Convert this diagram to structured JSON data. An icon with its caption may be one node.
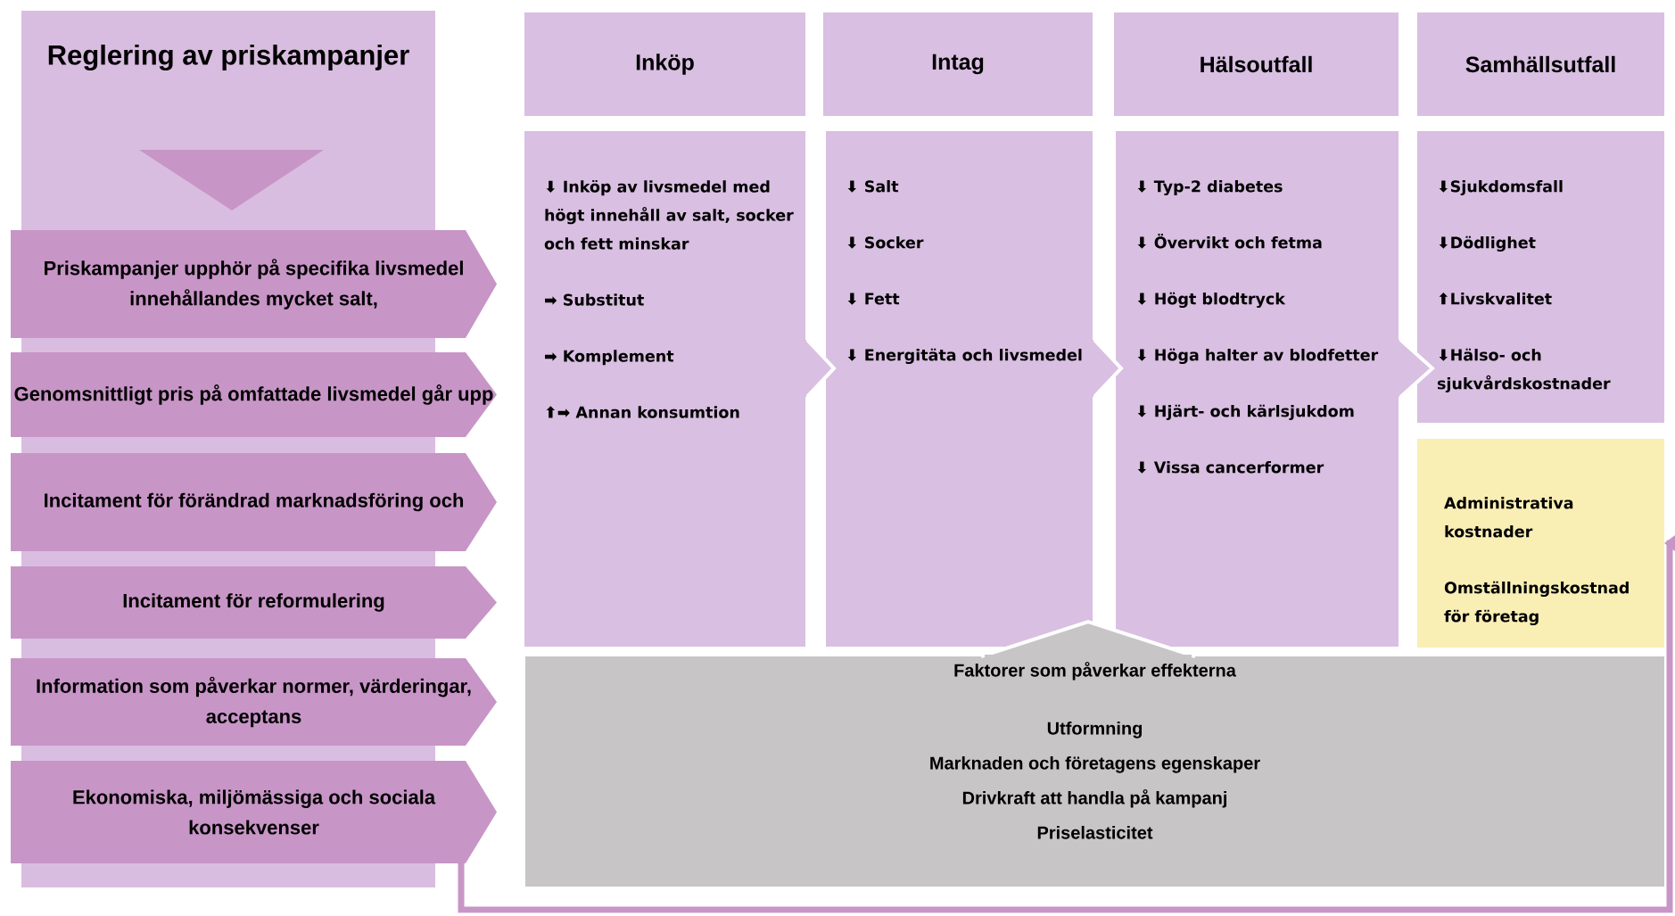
{
  "diagram": {
    "nodes": [
      {
        "text": [
          "Reglering av priskampanjer"
        ]
      },
      {
        "text": [
          "Priskampanjer upphör på specifika livsmedel innehållandes mycket salt,"
        ]
      },
      {
        "text": [
          "Genomsnittligt pris på omfattade livsmedel går upp"
        ]
      },
      {
        "text": [
          "Incitament för förändrad marknadsföring och"
        ]
      },
      {
        "text": [
          "Incitament för reformulering"
        ]
      },
      {
        "text": [
          "Information som påverkar normer, värderingar, acceptans"
        ]
      },
      {
        "text": [
          "Ekonomiska, miljömässiga och sociala konsekvenser"
        ]
      },
      {
        "text": [
          "Inköp"
        ]
      },
      {
        "text": [
          "Intag"
        ]
      },
      {
        "text": [
          "Hälsoutfall"
        ]
      },
      {
        "text": [
          "Samhällsutfall"
        ]
      },
      {
        "text": [
          "⬇ Inköp av livsmedel med högt innehåll av salt, socker och fett minskar",
          "➡ Substitut",
          "➡ Komplement",
          "⬆➡ Annan konsumtion"
        ]
      },
      {
        "text": [
          "⬇ Salt",
          "⬇ Socker",
          "⬇ Fett",
          "⬇ Energitäta och livsmedel"
        ]
      },
      {
        "text": [
          "⬇ Typ-2 diabetes",
          "⬇ Övervikt och fetma",
          "⬇ Högt blodtryck",
          "⬇ Höga halter av blodfetter",
          "⬇ Hjärt- och kärlsjukdom",
          "⬇ Vissa cancerformer"
        ]
      },
      {
        "text": [
          "⬇Sjukdomsfall",
          "⬇Dödlighet",
          "⬆Livskvalitet",
          "⬇Hälso- och sjukvårdskostnader"
        ]
      },
      {
        "text": [
          "Administrativa kostnader",
          "Omställningskostnad för företag"
        ]
      },
      {
        "text": [
          "Faktorer som påverkar effekterna",
          "Utformning",
          "Marknaden och företagens egenskaper",
          "Drivkraft att handla på kampanj",
          "Priselasticitet"
        ]
      }
    ],
    "edges": [
      {
        "from": 6,
        "to": 15,
        "arrow": "to"
      }
    ]
  }
}
